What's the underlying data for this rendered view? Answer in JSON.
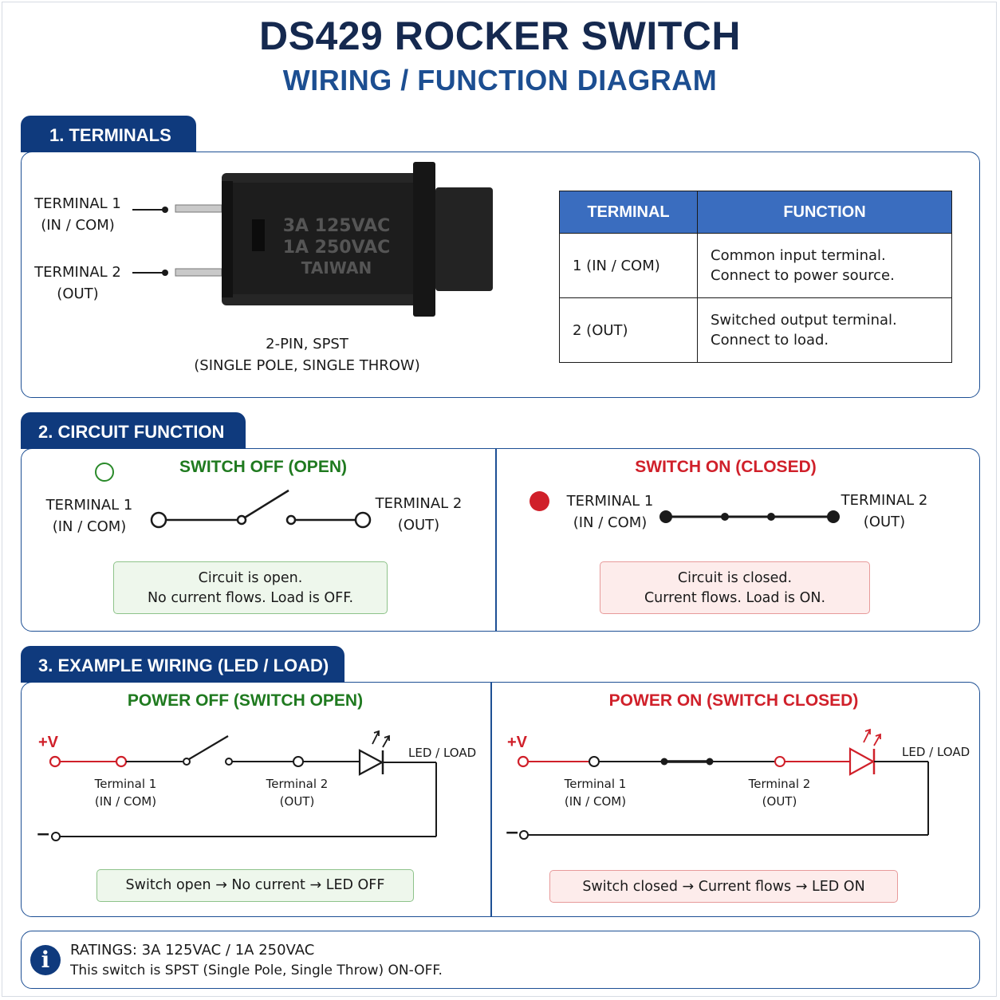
{
  "title": "DS429 ROCKER SWITCH",
  "subtitle": "WIRING / FUNCTION DIAGRAM",
  "colors": {
    "navy": "#0f3a7d",
    "accent_blue": "#1c4e91",
    "green": "#1f7a1f",
    "red": "#d0202a"
  },
  "section1": {
    "tab": "1. TERMINALS",
    "terminal1_label": [
      "TERMINAL 1",
      "(IN / COM)"
    ],
    "terminal2_label": [
      "TERMINAL 2",
      "(OUT)"
    ],
    "switch_marking": [
      "3A 125VAC",
      "1A 250VAC",
      "TAIWAN"
    ],
    "caption": [
      "2-PIN, SPST",
      "(SINGLE POLE, SINGLE THROW)"
    ],
    "table": {
      "headers": [
        "TERMINAL",
        "FUNCTION"
      ],
      "rows": [
        {
          "terminal": "1 (IN / COM)",
          "function": [
            "Common input terminal.",
            "Connect to power source."
          ]
        },
        {
          "terminal": "2 (OUT)",
          "function": [
            "Switched output terminal.",
            "Connect to load."
          ]
        }
      ]
    }
  },
  "section2": {
    "tab": "2. CIRCUIT FUNCTION",
    "off": {
      "header": "SWITCH OFF (OPEN)",
      "t1": [
        "TERMINAL 1",
        "(IN / COM)"
      ],
      "t2": [
        "TERMINAL 2",
        "(OUT)"
      ],
      "message": [
        "Circuit is open.",
        "No current flows. Load is OFF."
      ]
    },
    "on": {
      "header": "SWITCH ON (CLOSED)",
      "t1": [
        "TERMINAL 1",
        "(IN / COM)"
      ],
      "t2": [
        "TERMINAL 2",
        "(OUT)"
      ],
      "message": [
        "Circuit is closed.",
        "Current flows. Load is ON."
      ]
    }
  },
  "section3": {
    "tab": "3. EXAMPLE WIRING (LED / LOAD)",
    "off": {
      "header": "POWER OFF (SWITCH OPEN)",
      "plus": "+V",
      "minus": "−",
      "load": "LED / LOAD",
      "t1": [
        "Terminal 1",
        "(IN / COM)"
      ],
      "t2": [
        "Terminal 2",
        "(OUT)"
      ],
      "message": "Switch open → No current → LED OFF"
    },
    "on": {
      "header": "POWER ON (SWITCH CLOSED)",
      "plus": "+V",
      "minus": "−",
      "load": "LED / LOAD",
      "t1": [
        "Terminal 1",
        "(IN / COM)"
      ],
      "t2": [
        "Terminal 2",
        "(OUT)"
      ],
      "message": "Switch closed → Current flows → LED ON"
    }
  },
  "ratings": {
    "line1": "RATINGS: 3A 125VAC / 1A 250VAC",
    "line2": "This switch is SPST (Single Pole, Single Throw) ON-OFF."
  }
}
